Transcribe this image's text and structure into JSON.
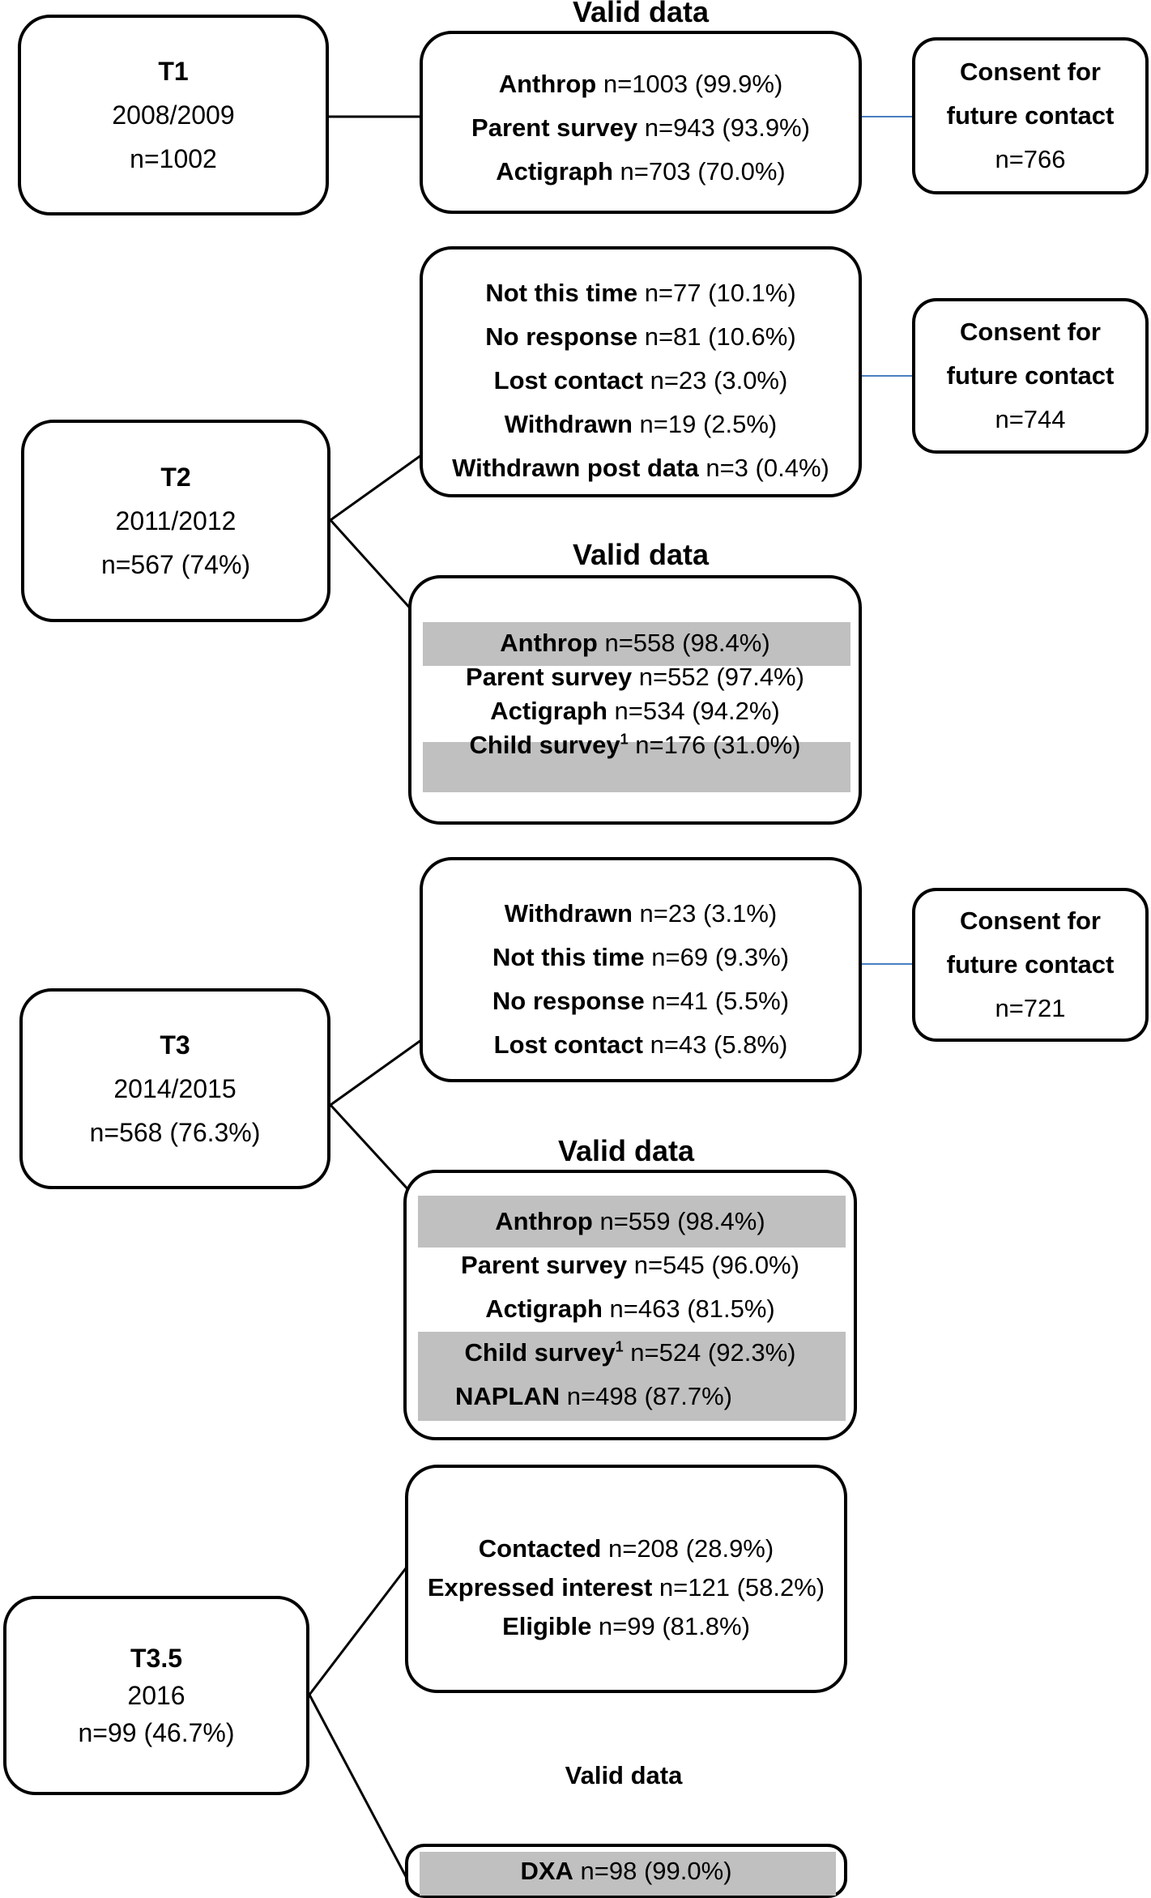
{
  "t1": {
    "name": "T1",
    "years": "2008/2009",
    "n": "n=1002",
    "valid_title": "Valid data",
    "valid": [
      {
        "label": "Anthrop",
        "value": "n=1003 (99.9%)"
      },
      {
        "label": "Parent survey",
        "value": "n=943 (93.9%)"
      },
      {
        "label": "Actigraph",
        "value": "n=703  (70.0%)"
      }
    ],
    "consent": {
      "line1": "Consent for",
      "line2": "future contact",
      "n": "n=766"
    }
  },
  "t2": {
    "name": "T2",
    "years": "2011/2012",
    "n": "n=567 (74%)",
    "attrition": [
      {
        "label": "Not this time",
        "value": "n=77 (10.1%)"
      },
      {
        "label": "No response",
        "value": "n=81 (10.6%)"
      },
      {
        "label": "Lost contact",
        "value": "n=23 (3.0%)"
      },
      {
        "label": "Withdrawn",
        "value": "n=19 (2.5%)"
      },
      {
        "label": "Withdrawn post data",
        "value": "n=3 (0.4%)"
      }
    ],
    "consent": {
      "line1": "Consent for",
      "line2": "future contact",
      "n": "n=744"
    },
    "valid_title": "Valid data",
    "valid": [
      {
        "label": "Anthrop",
        "value": "n=558 (98.4%)"
      },
      {
        "label": "Parent survey",
        "value": "n=552 (97.4%)"
      },
      {
        "label": "Actigraph",
        "value": "n=534 (94.2%)"
      },
      {
        "label": "Child survey",
        "sup": "1",
        "value": "n=176 (31.0%)"
      }
    ]
  },
  "t3": {
    "name": "T3",
    "years": "2014/2015",
    "n": "n=568 (76.3%)",
    "attrition": [
      {
        "label": "Withdrawn",
        "value": "n=23 (3.1%)"
      },
      {
        "label": "Not this time",
        "value": "n=69 (9.3%)"
      },
      {
        "label": "No response",
        "value": "n=41 (5.5%)"
      },
      {
        "label": "Lost contact",
        "value": "n=43 (5.8%)"
      }
    ],
    "consent": {
      "line1": "Consent for",
      "line2": "future contact",
      "n": "n=721"
    },
    "valid_title": "Valid data",
    "valid": [
      {
        "label": "Anthrop",
        "value": "n=559 (98.4%)"
      },
      {
        "label": "Parent survey",
        "value": "n=545 (96.0%)"
      },
      {
        "label": "Actigraph",
        "value": " n=463 (81.5%)"
      },
      {
        "label": "Child survey",
        "sup": "1",
        "value": "n=524 (92.3%)"
      },
      {
        "label": "NAPLAN",
        "value": "n=498 (87.7%)"
      }
    ]
  },
  "t35": {
    "name": "T3.5",
    "years": "2016",
    "n": "n=99 (46.7%)",
    "recruit": [
      {
        "label": "Contacted",
        "value": " n=208 (28.9%)"
      },
      {
        "label": "Expressed interest",
        "value": "  n=121 (58.2%)"
      },
      {
        "label": "Eligible",
        "value": " n=99 (81.8%)"
      }
    ],
    "valid_title": "Valid data",
    "valid": [
      {
        "label": "DXA",
        "value": "  n=98 (99.0%)"
      }
    ]
  },
  "colors": {
    "connector": "#000000",
    "consent_connector": "#4a7fc1",
    "shade": "#c0c0c0"
  }
}
